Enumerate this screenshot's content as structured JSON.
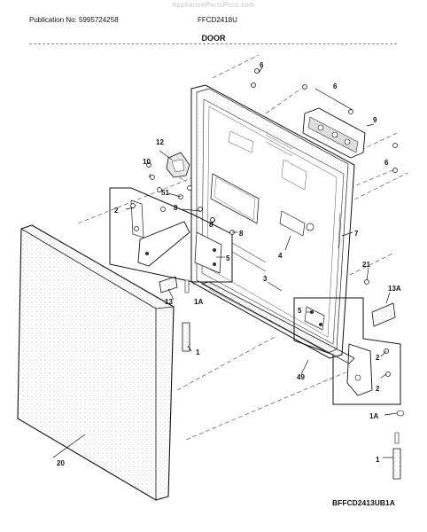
{
  "header": {
    "watermark": "AppliancePartsPros.com",
    "publication": "Publication No: 5995724258",
    "model": "FFCD2418U",
    "title": "DOOR"
  },
  "footer": {
    "diagram_code": "BFFCD2413UB1A"
  },
  "callouts": {
    "c6a": "6",
    "c6b": "6",
    "c6c": "6",
    "c9": "9",
    "c12": "12",
    "c10": "10",
    "c51": "51",
    "c8a": "8",
    "c8b": "8",
    "c8c": "8",
    "c2a": "2",
    "c5a": "5",
    "c4": "4",
    "c7": "7",
    "c21": "21",
    "c3": "3",
    "c13": "13",
    "c1Aa": "1A",
    "c13A": "13A",
    "c5b": "5",
    "c1a": "1",
    "c2b": "2",
    "c2c": "2",
    "c49": "49",
    "c1Ab": "1A",
    "c20": "20",
    "c1b": "1"
  }
}
